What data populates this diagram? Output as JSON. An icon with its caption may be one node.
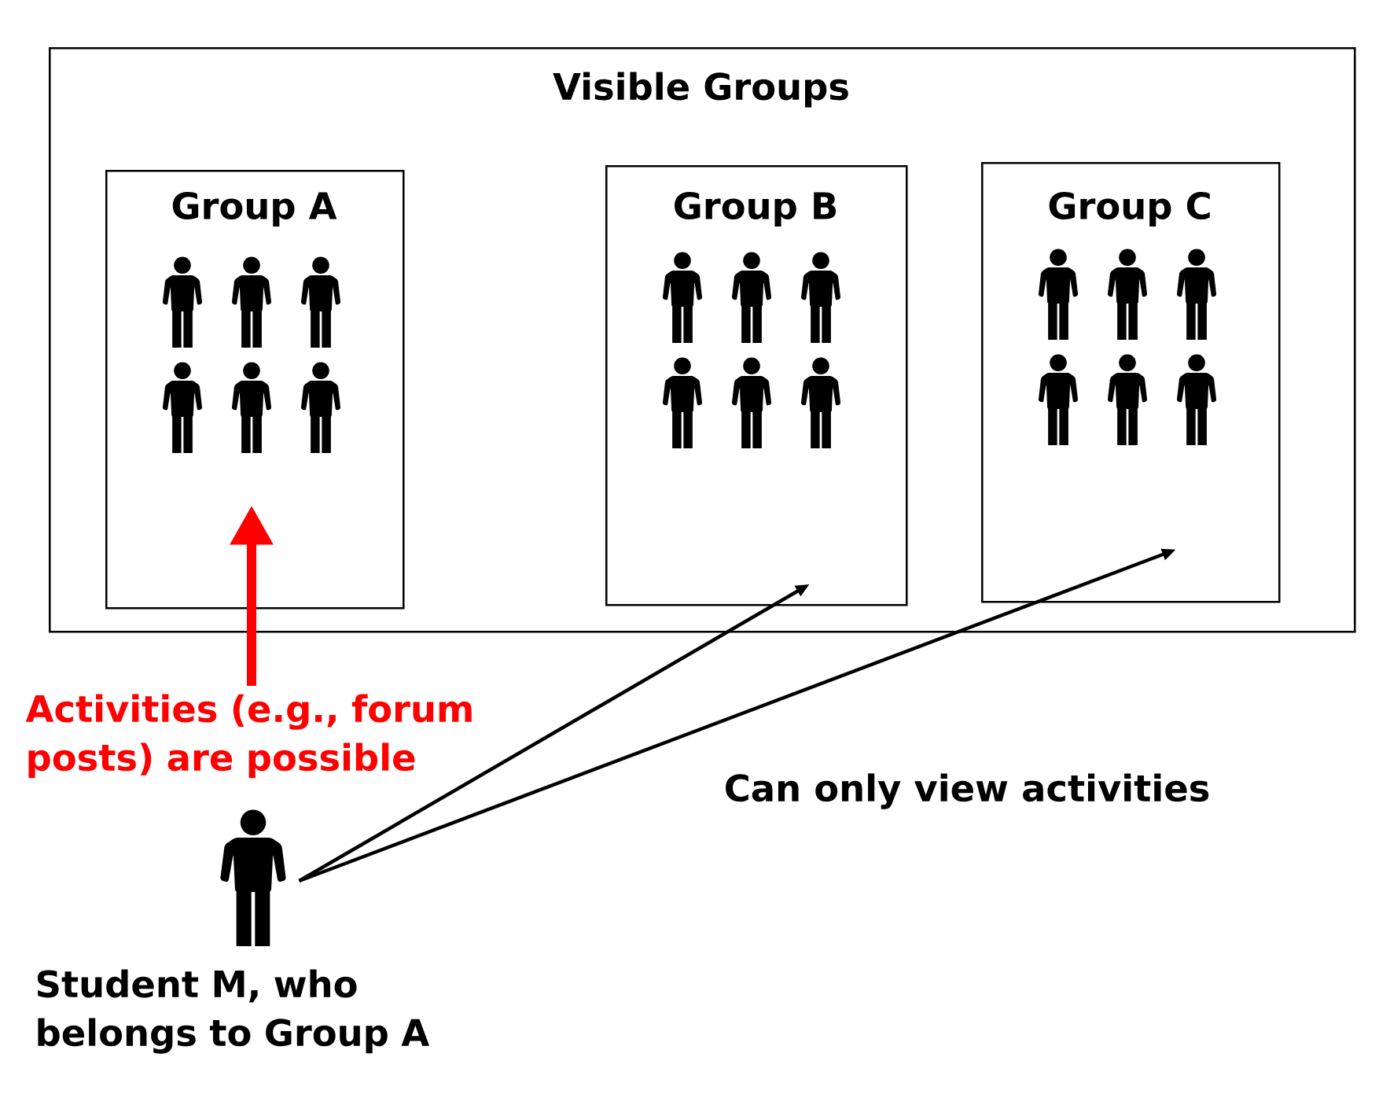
{
  "diagram": {
    "nodes": [
      {
        "text": [
          "Visible Groups"
        ]
      },
      {
        "text": [
          "Group A"
        ],
        "in": 0
      },
      {
        "text": [
          "Group B"
        ],
        "in": 0
      },
      {
        "text": [
          "Group C"
        ],
        "in": 0
      },
      {
        "text": [],
        "shape": "person",
        "beside": [
          "Student M, who belongs to Group A"
        ]
      }
    ],
    "edges": [
      {
        "from": null,
        "to": 1,
        "arrow": "to",
        "label": "Activities (e.g., forum posts) are possible",
        "style": "thick",
        "color": "#ff0000"
      },
      {
        "from": 4,
        "to": 2,
        "arrow": "to"
      },
      {
        "from": 4,
        "to": 3,
        "arrow": "to"
      }
    ],
    "labels": [
      "Can only view activities"
    ]
  }
}
